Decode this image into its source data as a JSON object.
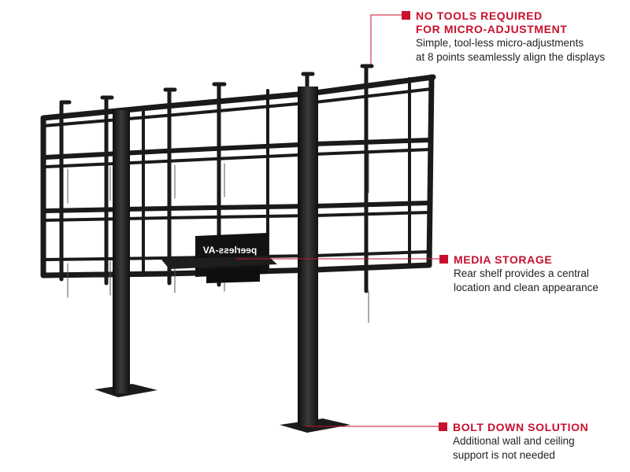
{
  "colors": {
    "accent": "#c8102e",
    "frame": "#1a1a1a",
    "text": "#222222"
  },
  "callouts": {
    "tools": {
      "heading_line1": "NO TOOLS REQUIRED",
      "heading_line2": "FOR MICRO-ADJUSTMENT",
      "desc_line1": "Simple, tool-less micro-adjustments",
      "desc_line2": "at 8 points seamlessly align the displays"
    },
    "media": {
      "heading": "MEDIA STORAGE",
      "desc_line1": "Rear shelf provides a central",
      "desc_line2": "location and clean appearance"
    },
    "bolt": {
      "heading": "BOLT DOWN SOLUTION",
      "desc_line1": "Additional wall and ceiling",
      "desc_line2": "support is not needed"
    }
  },
  "product": {
    "brand_logo": "peerless-AV"
  }
}
